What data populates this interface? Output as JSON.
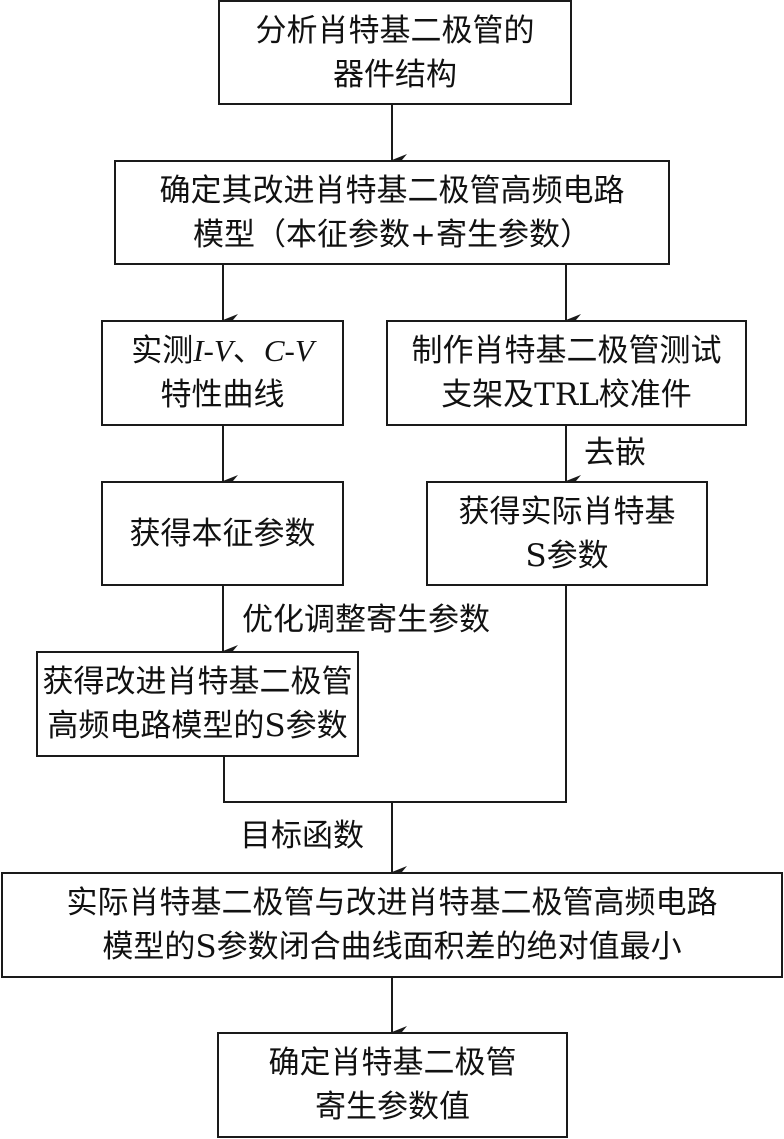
{
  "nodes": {
    "n1": {
      "lines": [
        "分析肖特基二极管的",
        "器件结构"
      ]
    },
    "n2": {
      "lines": [
        "确定其改进肖特基二极管高频电路",
        "模型（本征参数+寄生参数）"
      ]
    },
    "n3l": {
      "line1_prefix": "实测",
      "line1_iv": "I-V",
      "line1_sep": "、",
      "line1_cv": "C-V",
      "line2": "特性曲线"
    },
    "n3r": {
      "lines": [
        "制作肖特基二极管测试",
        "支架及TRL校准件"
      ]
    },
    "n4l": {
      "lines": [
        "获得本征参数"
      ]
    },
    "n4r": {
      "lines": [
        "获得实际肖特基",
        "S参数"
      ]
    },
    "n5": {
      "lines": [
        "获得改进肖特基二极管",
        "高频电路模型的S参数"
      ]
    },
    "n6": {
      "lines": [
        "实际肖特基二极管与改进肖特基二极管高频电路",
        "模型的S参数闭合曲线面积差的绝对值最小"
      ]
    },
    "n7": {
      "lines": [
        "确定肖特基二极管",
        "寄生参数值"
      ]
    }
  },
  "edge_labels": {
    "deembed": "去嵌",
    "optimize": "优化调整寄生参数",
    "objective": "目标函数"
  },
  "colors": {
    "stroke": "#1a1a1a",
    "background": "#ffffff"
  }
}
